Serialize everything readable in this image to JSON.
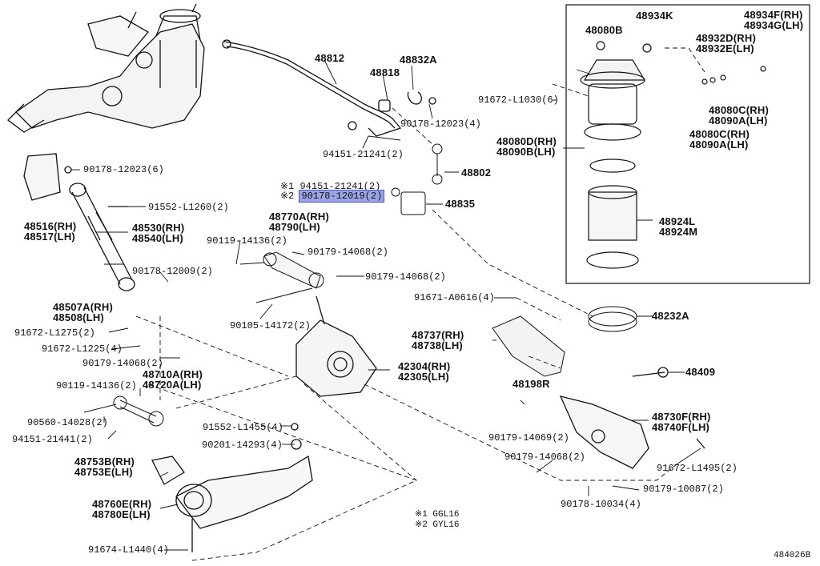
{
  "parts": {
    "p48812": "48812",
    "p48818": "48818",
    "p48832A": "48832A",
    "p90178_12023_4": "90178-12023(4)",
    "p94151_21241_2a": "94151-21241(2)",
    "p48802": "48802",
    "p48835": "48835",
    "ref1_mark": "※1",
    "ref1_part": "94151-21241(2)",
    "ref2_mark": "※2",
    "ref2_part": "90178-12019(2)",
    "p90178_12023_6": "90178-12023(6)",
    "p91552_L1260_2": "91552-L1260(2)",
    "p48516": [
      "48516(RH)",
      "48517(LH)"
    ],
    "p48530": [
      "48530(RH)",
      "48540(LH)"
    ],
    "p48770A": [
      "48770A(RH)",
      "48790(LH)"
    ],
    "p90119_14136_2a": "90119-14136(2)",
    "p90179_14068_2a": "90179-14068(2)",
    "p90179_14068_2b": "90179-14068(2)",
    "p90178_12009_2": "90178-12009(2)",
    "p48507A": [
      "48507A(RH)",
      "48508(LH)"
    ],
    "p91672_L1275_2": "91672-L1275(2)",
    "p91672_L1225_4": "91672-L1225(4)",
    "p90105_14172_2": "90105-14172(2)",
    "p91671_A0616_4": "91671-A0616(4)",
    "p48737": [
      "48737(RH)",
      "48738(LH)"
    ],
    "p42304": [
      "42304(RH)",
      "42305(LH)"
    ],
    "p90179_14068_2c": "90179-14068(2)",
    "p48710A": [
      "48710A(RH)",
      "48720A(LH)"
    ],
    "p90119_14136_2b": "90119-14136(2)",
    "p90560_14028_2": "90560-14028(2)",
    "p94151_21441_2": "94151-21441(2)",
    "p48198R": "48198R",
    "p91552_L1455_4": "91552-L1455(4)",
    "p90201_14293_4": "90201-14293(4)",
    "p48753B": [
      "48753B(RH)",
      "48753E(LH)"
    ],
    "p48760E": [
      "48760E(RH)",
      "48780E(LH)"
    ],
    "p91674_L1440_4": "91674-L1440(4)",
    "p48232A": "48232A",
    "p48409": "48409",
    "p48730F": [
      "48730F(RH)",
      "48740F(LH)"
    ],
    "p90179_14069_2": "90179-14069(2)",
    "p90179_14068_2d": "90179-14068(2)",
    "p91672_L1495_2": "91672-L1495(2)",
    "p90178_10034_4": "90178-10034(4)",
    "p90179_10087_2": "90179-10087(2)",
    "p48080B": "48080B",
    "p48934K": "48934K",
    "p48934F": [
      "48934F(RH)",
      "48934G(LH)"
    ],
    "p48932D": [
      "48932D(RH)",
      "48932E(LH)"
    ],
    "p91672_L1030_6": "91672-L1030(6)",
    "p48080C_top": [
      "48080C(RH)",
      "48090A(LH)"
    ],
    "p48080C_bot": [
      "48080C(RH)",
      "48090A(LH)"
    ],
    "p48080D": [
      "48080D(RH)",
      "48090B(LH)"
    ],
    "p48924L": [
      "48924L",
      "48924M"
    ],
    "notes": [
      "※1 GGL16",
      "※2 GYL16"
    ],
    "diagram_code": "484026B"
  }
}
